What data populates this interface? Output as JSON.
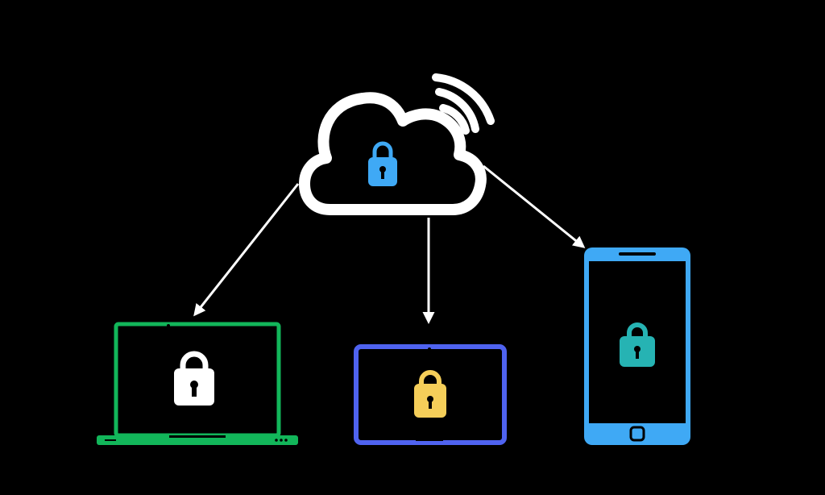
{
  "colors": {
    "background": "#000000",
    "cloud": "#FFFFFF",
    "cloud_lock": "#3FA9F5",
    "arrow": "#FFFFFF",
    "laptop": "#12B65A",
    "laptop_lock": "#FFFFFF",
    "tablet": "#4F63F0",
    "tablet_lock": "#F5CE59",
    "phone": "#3FA9F5",
    "phone_lock": "#26B3B3"
  },
  "nodes": [
    {
      "id": "cloud",
      "icon": "cloud-with-wifi-icon",
      "lock": "padlock-icon"
    },
    {
      "id": "laptop",
      "icon": "laptop-icon",
      "lock": "padlock-icon"
    },
    {
      "id": "tablet",
      "icon": "tablet-icon",
      "lock": "padlock-icon"
    },
    {
      "id": "phone",
      "icon": "smartphone-icon",
      "lock": "padlock-icon"
    }
  ],
  "edges": [
    {
      "from": "cloud",
      "to": "laptop"
    },
    {
      "from": "cloud",
      "to": "tablet"
    },
    {
      "from": "cloud",
      "to": "phone"
    }
  ]
}
